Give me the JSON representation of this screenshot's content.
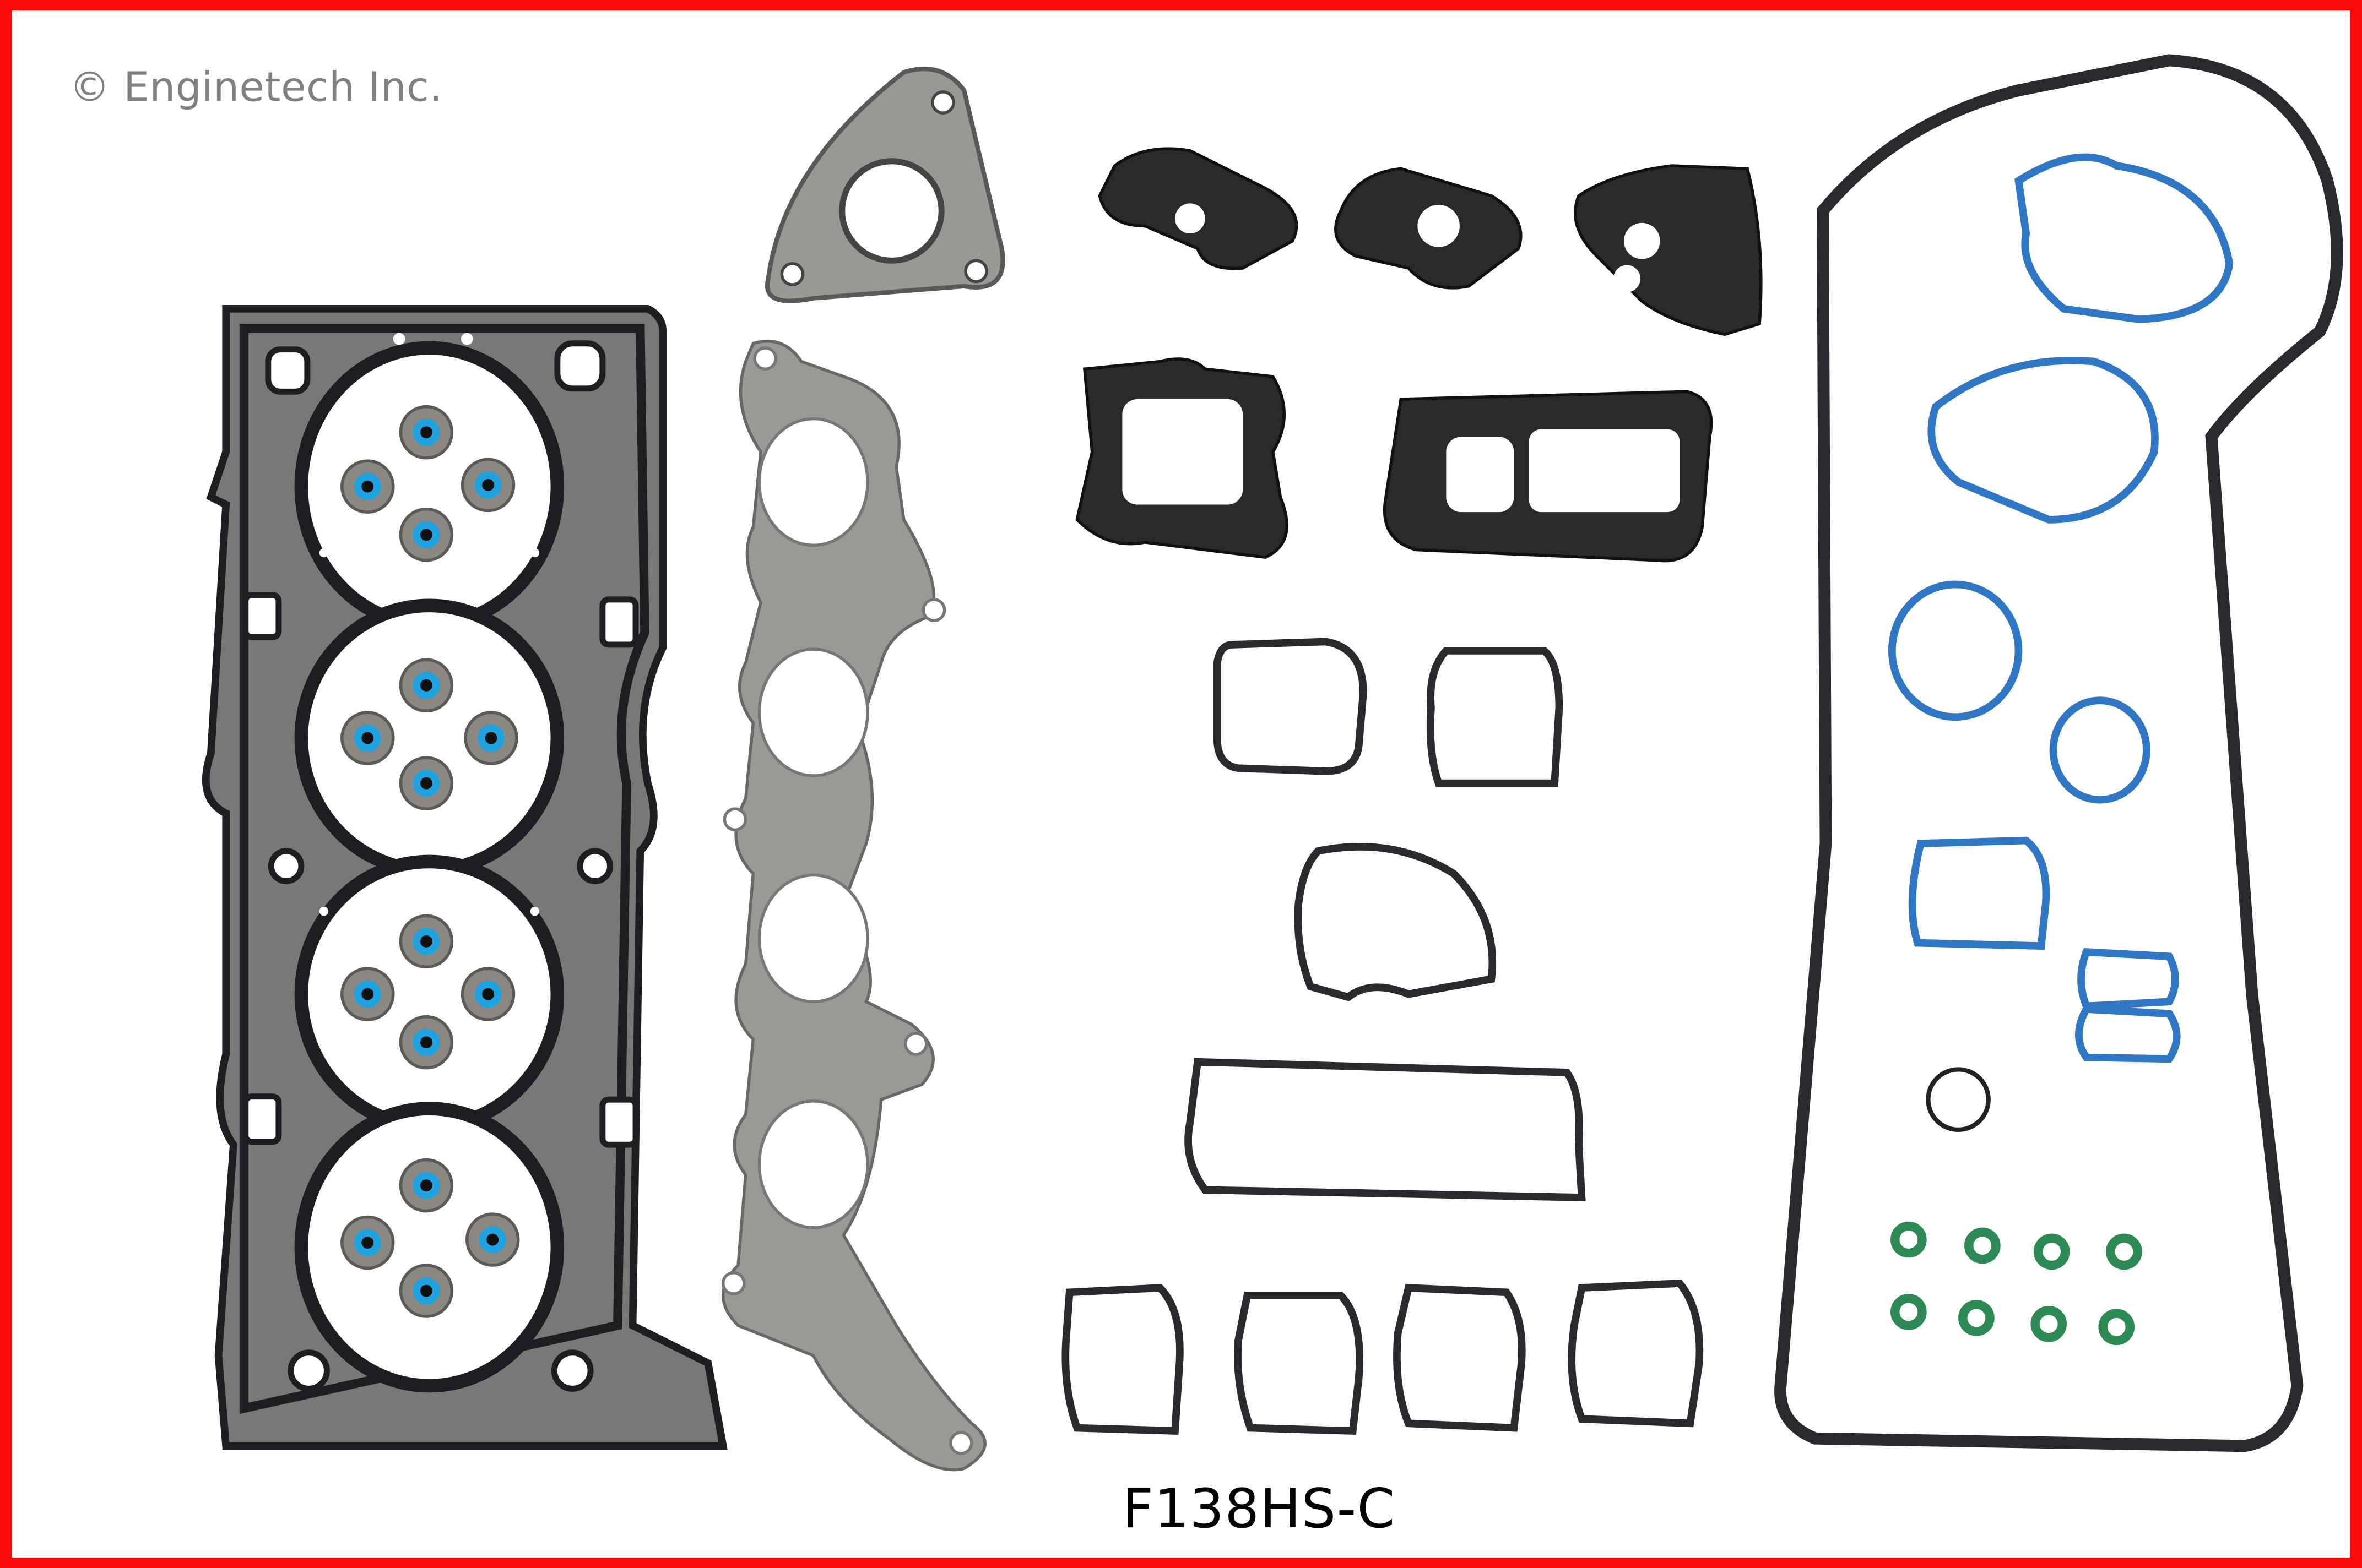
{
  "watermark": {
    "copyright_text": "© Enginetech Inc."
  },
  "product": {
    "part_number": "F138HS-C"
  },
  "colors": {
    "border": "#fb0a0a",
    "gasket_black": "#1e1e22",
    "metal_gray": "#7a7876",
    "seal_blue": "#2f76c4",
    "oring_green": "#2e8a55",
    "valve_seal_blue": "#1ea3e0"
  },
  "components": {
    "head_gasket": {
      "cylinders": 4,
      "valve_seals_per_cylinder": 4
    },
    "exhaust_manifold_gasket": {
      "ports": 4
    },
    "exhaust_flange_gasket": {
      "bolt_holes": 3
    },
    "valve_cover_gasket": {
      "count": 1
    },
    "spark_plug_tube_seals": {
      "count": 7
    },
    "green_o_rings": {
      "count": 8
    },
    "intake_port_seals": {
      "count": 4
    }
  }
}
